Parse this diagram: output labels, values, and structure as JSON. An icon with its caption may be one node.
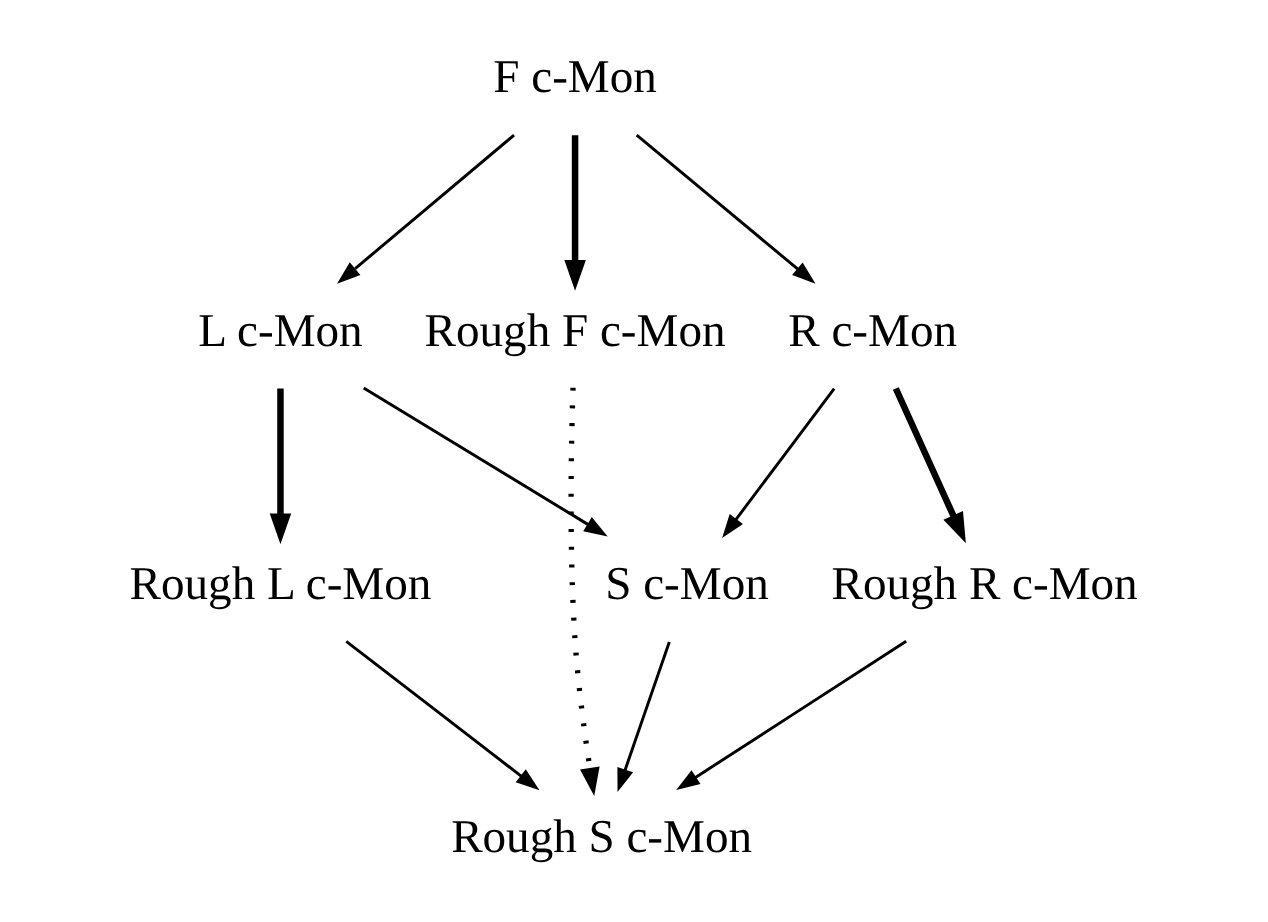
{
  "diagram": {
    "nodes": [
      {
        "text": [
          "F c-Mon"
        ]
      },
      {
        "text": [
          "L c-Mon"
        ]
      },
      {
        "text": [
          "Rough F c-Mon"
        ]
      },
      {
        "text": [
          "R c-Mon"
        ]
      },
      {
        "text": [
          "Rough L c-Mon"
        ]
      },
      {
        "text": [
          "S c-Mon"
        ]
      },
      {
        "text": [
          "Rough R c-Mon"
        ]
      },
      {
        "text": [
          "Rough S c-Mon"
        ]
      }
    ],
    "edges": [
      {
        "from": 0,
        "to": 1,
        "arrow": "to"
      },
      {
        "from": 0,
        "to": 2,
        "arrow": "to",
        "style": "thick"
      },
      {
        "from": 0,
        "to": 3,
        "arrow": "to"
      },
      {
        "from": 1,
        "to": 4,
        "arrow": "to",
        "style": "thick"
      },
      {
        "from": 1,
        "to": 5,
        "arrow": "to"
      },
      {
        "from": 3,
        "to": 5,
        "arrow": "to"
      },
      {
        "from": 3,
        "to": 6,
        "arrow": "to",
        "style": "thick"
      },
      {
        "from": 2,
        "to": 7,
        "arrow": "to",
        "style": "dashed"
      },
      {
        "from": 4,
        "to": 7,
        "arrow": "to"
      },
      {
        "from": 5,
        "to": 7,
        "arrow": "to"
      },
      {
        "from": 6,
        "to": 7,
        "arrow": "to"
      }
    ]
  }
}
